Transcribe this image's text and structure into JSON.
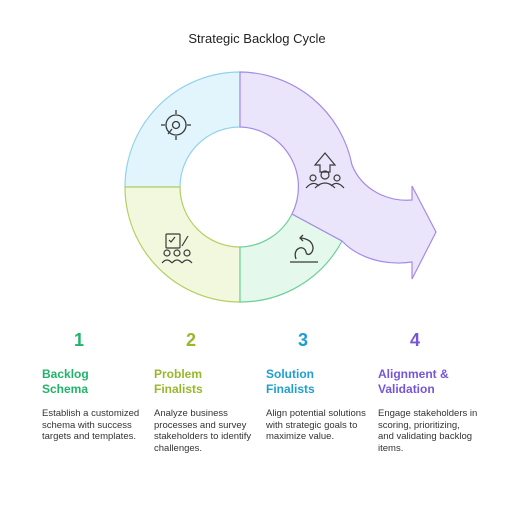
{
  "title": "Strategic Backlog Cycle",
  "steps": [
    {
      "number": "1",
      "name_line1": "Backlog",
      "name_line2": "Schema",
      "desc": "Establish a customized schema with success targets and templates.",
      "color": "#22b36b",
      "icon": "target-icon"
    },
    {
      "number": "2",
      "name_line1": "Problem",
      "name_line2": "Finalists",
      "desc": "Analyze business processes and survey stakeholders to identify challenges.",
      "color": "#97b82c",
      "icon": "survey-team-icon"
    },
    {
      "number": "3",
      "name_line1": "Solution",
      "name_line2": "Finalists",
      "desc": "Align potential solutions with strategic goals to maximize value.",
      "color": "#1f9fd1",
      "icon": "path-icon"
    },
    {
      "number": "4",
      "name_line1": "Alignment &",
      "name_line2": "Validation",
      "desc": "Engage stakeholders in scoring, prioritizing, and validating backlog items.",
      "color": "#7656d8",
      "icon": "growth-team-icon"
    }
  ]
}
